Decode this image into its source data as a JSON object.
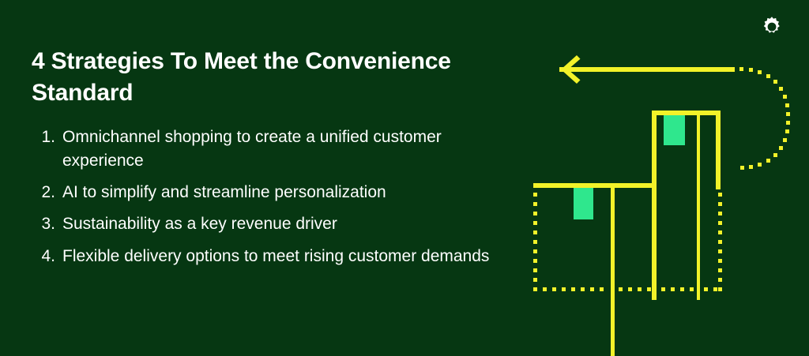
{
  "slide": {
    "title": "4 Strategies To Meet the Convenience Standard",
    "background_color": "#063712"
  },
  "colors": {
    "background": "#063712",
    "yellow": "#f2f229",
    "mint": "#2fe78d",
    "text": "#ffffff"
  },
  "strategies": [
    {
      "number": "1.",
      "text": "Omnichannel shopping to create a unified customer experience"
    },
    {
      "number": "2.",
      "text": "AI to simplify and streamline personalization"
    },
    {
      "number": "3.",
      "text": "Sustainability as a key revenue driver"
    },
    {
      "number": "4.",
      "text": "Flexible delivery options to meet rising customer demands"
    }
  ],
  "icons": {
    "gear": "gear-icon",
    "arrow": "arrow-left-icon"
  },
  "graphic": {
    "name": "abstract-bar-chart-graphic",
    "description": "Stylized outlined bar chart with mint accent blocks, a leftward arrow and a dotted return curve",
    "arrow_direction": "left",
    "accent_blocks": 2,
    "bar_groups": 2
  }
}
